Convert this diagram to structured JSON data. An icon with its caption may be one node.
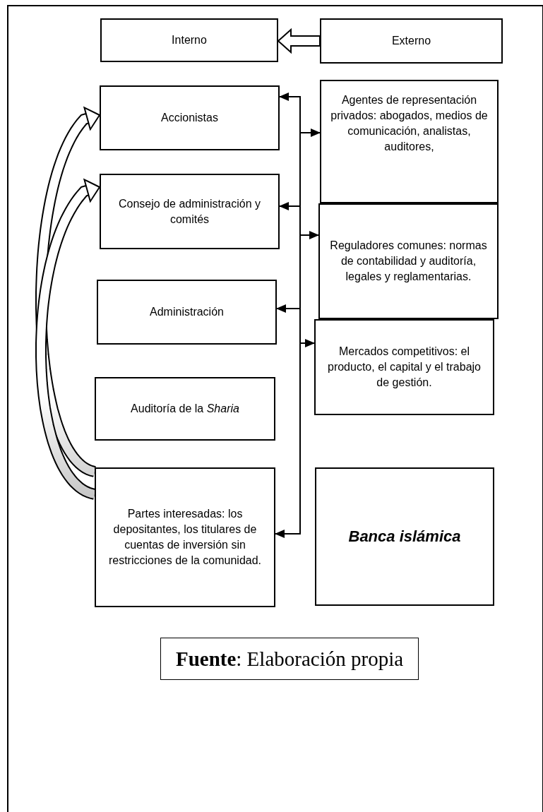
{
  "diagram": {
    "caption": "**Fuente**: Elaboración propia",
    "nodes": [
      {
        "text": [
          "Interno"
        ]
      },
      {
        "text": [
          "Externo"
        ]
      },
      {
        "text": [
          "Accionistas"
        ]
      },
      {
        "text": [
          "Agentes de representación privados: abogados, medios de comunicación, analistas, auditores,"
        ]
      },
      {
        "text": [
          "Consejo de administración y comités"
        ]
      },
      {
        "text": [
          "Reguladores comunes: normas de contabilidad y auditoría, legales y reglamentarias."
        ]
      },
      {
        "text": [
          "Administración"
        ]
      },
      {
        "text": [
          "Mercados competitivos: el producto, el capital y el trabajo de gestión."
        ]
      },
      {
        "text": [
          "Auditoría de la *Sharia*"
        ]
      },
      {
        "text": [
          "Partes interesadas: los depositantes, los titulares de cuentas de inversión sin restricciones de la comunidad."
        ]
      },
      {
        "text": [
          "Banca islámica"
        ]
      },
      {
        "text": [],
        "shape": "bar"
      }
    ],
    "edges": [
      {
        "from": 1,
        "to": 0,
        "arrow": "to",
        "style": "thick"
      },
      {
        "from": 9,
        "to": 2,
        "arrow": "to",
        "style": "thick"
      },
      {
        "from": 9,
        "to": 4,
        "arrow": "to",
        "style": "thick"
      },
      {
        "from": 11,
        "to": 2,
        "arrow": "to"
      },
      {
        "from": 11,
        "to": 3,
        "arrow": "to"
      },
      {
        "from": 11,
        "to": 4,
        "arrow": "to"
      },
      {
        "from": 11,
        "to": 5,
        "arrow": "to"
      },
      {
        "from": 11,
        "to": 6,
        "arrow": "to"
      },
      {
        "from": 11,
        "to": 7,
        "arrow": "to"
      },
      {
        "from": 11,
        "to": 9,
        "arrow": "to"
      }
    ]
  }
}
